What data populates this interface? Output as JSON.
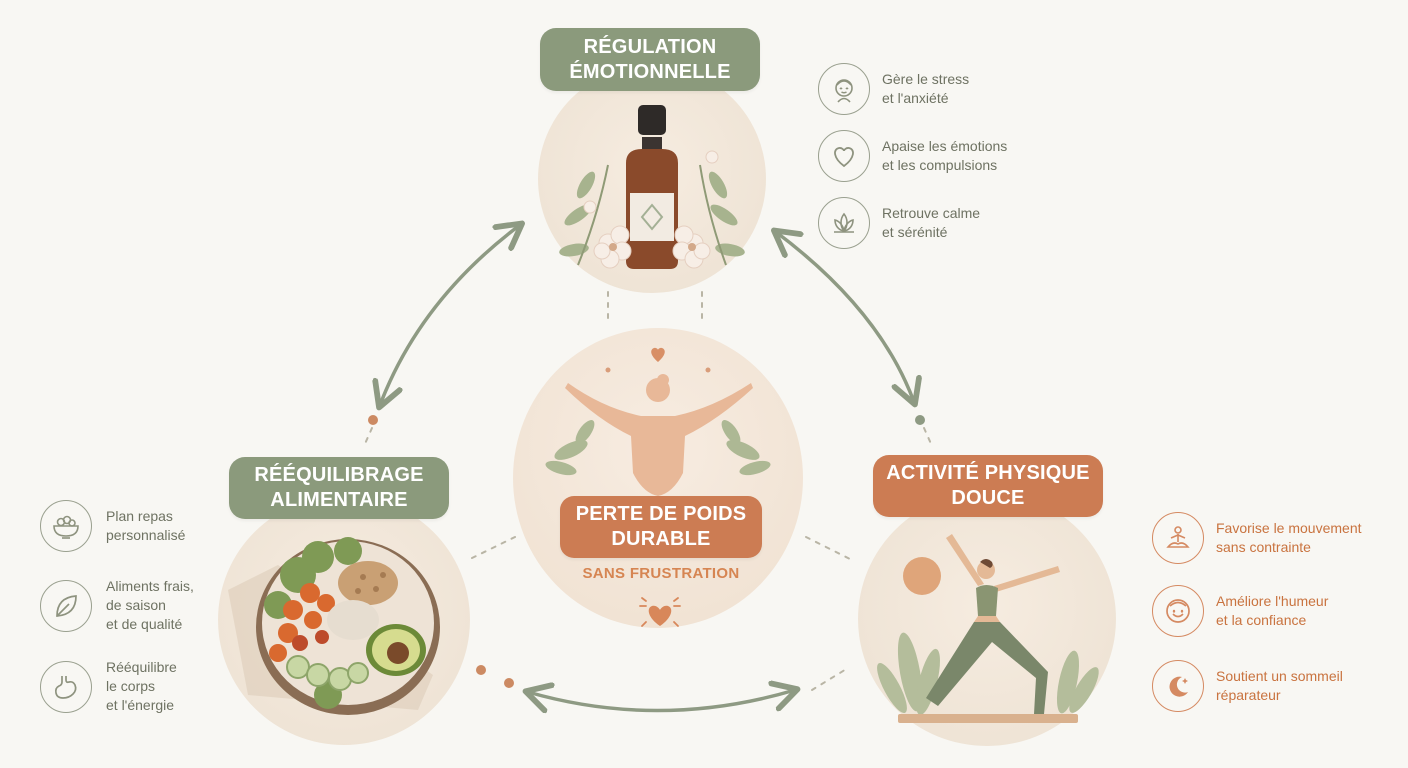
{
  "center": {
    "title_lines": [
      "PERTE DE POIDS",
      "DURABLE"
    ],
    "subtitle": "SANS FRUSTRATION"
  },
  "pillars": {
    "emotional": {
      "title_lines": [
        "RÉGULATION",
        "ÉMOTIONNELLE"
      ],
      "benefits": [
        {
          "icon": "calm-face-icon",
          "lines": [
            "Gère le stress",
            "et l'anxiété"
          ]
        },
        {
          "icon": "heart-icon",
          "lines": [
            "Apaise les émotions",
            "et les compulsions"
          ]
        },
        {
          "icon": "lotus-icon",
          "lines": [
            "Retrouve calme",
            "et sérénité"
          ]
        }
      ]
    },
    "nutrition": {
      "title_lines": [
        "RÉÉQUILIBRAGE",
        "ALIMENTAIRE"
      ],
      "benefits": [
        {
          "icon": "salad-bowl-icon",
          "lines": [
            "Plan repas",
            "personnalisé"
          ]
        },
        {
          "icon": "leaf-icon",
          "lines": [
            "Aliments frais,",
            "de saison",
            "et de qualité"
          ]
        },
        {
          "icon": "stomach-icon",
          "lines": [
            "Rééquilibre",
            "le corps",
            "et l'énergie"
          ]
        }
      ]
    },
    "activity": {
      "title_lines": [
        "ACTIVITÉ PHYSIQUE",
        "DOUCE"
      ],
      "benefits": [
        {
          "icon": "meditation-icon",
          "lines": [
            "Favorise le mouvement",
            "sans contrainte"
          ]
        },
        {
          "icon": "smile-icon",
          "lines": [
            "Améliore l'humeur",
            "et la confiance"
          ]
        },
        {
          "icon": "moon-icon",
          "lines": [
            "Soutient un sommeil",
            "réparateur"
          ]
        }
      ]
    }
  },
  "colors": {
    "sage": "#8b9a7c",
    "terracotta": "#cc7c53",
    "background": "#f8f7f3"
  }
}
